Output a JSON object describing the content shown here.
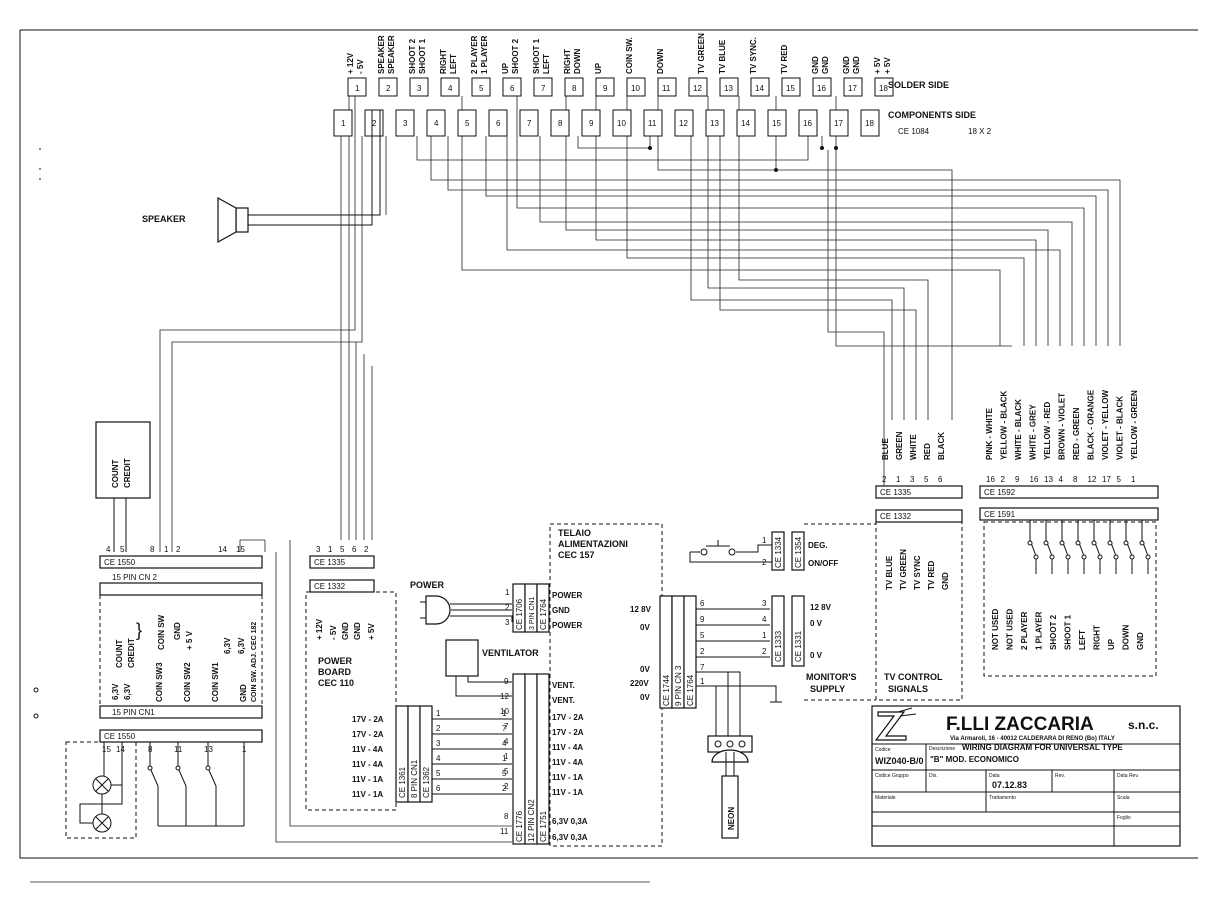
{
  "edge": {
    "top_pins": [
      "1",
      "2",
      "3",
      "4",
      "5",
      "6",
      "7",
      "8",
      "9",
      "10",
      "11",
      "12",
      "13",
      "14",
      "15",
      "16",
      "17",
      "18"
    ],
    "top_labels": [
      [
        "+ 12V",
        "- 5V"
      ],
      [
        "SPEAKER"
      ],
      [
        "SHOOT 2"
      ],
      [
        "RIGHT"
      ],
      [
        "2 PLAYER"
      ],
      [
        "UP"
      ],
      [
        "SHOOT 1"
      ],
      [
        "RIGHT"
      ],
      [
        "UP"
      ],
      [
        "COIN SW."
      ],
      [
        "DOWN"
      ],
      [
        ""
      ],
      [
        "TV BLUE"
      ],
      [
        "TV SYNC."
      ],
      [
        "TV RED"
      ],
      [
        "GND"
      ],
      [
        "GND"
      ],
      [
        "+ 5V"
      ]
    ],
    "bottom_labels": [
      [
        ""
      ],
      [
        "SPEAKER"
      ],
      [
        "SHOOT 1"
      ],
      [
        "LEFT"
      ],
      [
        "1 PLAYER"
      ],
      [
        "SHOOT 2"
      ],
      [
        "LEFT"
      ],
      [
        "DOWN"
      ],
      [
        ""
      ],
      [
        ""
      ],
      [
        ""
      ],
      [
        "TV GREEN"
      ],
      [
        ""
      ],
      [
        ""
      ],
      [
        ""
      ],
      [
        "GND"
      ],
      [
        "GND"
      ],
      [
        "+ 5V"
      ]
    ],
    "solder_side": "SOLDER SIDE",
    "components_side": "COMPONENTS SIDE",
    "connector": "CE 1084",
    "size": "18 X 2"
  },
  "speaker_label": "SPEAKER",
  "count_credit": [
    "COUNT",
    "CREDIT"
  ],
  "left_board": {
    "ce1550_top": "CE 1550",
    "top_pins": [
      "4",
      "5",
      "8",
      "1",
      "2",
      "14",
      "15"
    ],
    "cn2": "15 PIN   CN 2",
    "cols": [
      [
        "6,3V",
        "6,3V"
      ],
      [
        "COIN SW3"
      ],
      [
        "COIN SW2"
      ],
      [
        "COIN SW1"
      ],
      [
        "GND",
        "COIN SW. ADJ. CEC 182"
      ]
    ],
    "upper_cols": [
      [
        "COUNT",
        "CREDIT"
      ],
      [
        "COIN SW"
      ],
      [
        "GND",
        "+ 5 V"
      ],
      [
        "6,3V",
        "6,3V"
      ]
    ],
    "cn1": "15 PIN   CN1",
    "ce1550_bottom": "CE 1550",
    "bottom_pins": [
      "15",
      "14",
      "8",
      "11",
      "13",
      "1"
    ]
  },
  "power_board": {
    "ce1335": "CE 1335",
    "pins": [
      "3",
      "1",
      "5",
      "6",
      "2"
    ],
    "ce1332": "CE 1332",
    "rails": [
      "+ 12V",
      "- 5V",
      "GND",
      "GND",
      "+ 5V"
    ],
    "name": [
      "POWER",
      "BOARD",
      "CEC 110"
    ],
    "outputs": [
      "17V - 2A",
      "17V - 2A",
      "11V - 4A",
      "11V - 4A",
      "11V - 1A",
      "11V - 1A"
    ],
    "ce1361": "CE 1361",
    "pin8": "8 PIN  CN1",
    "ce1362": "CE 1362",
    "pin_left": [
      "1",
      "2",
      "3",
      "4",
      "5",
      "6"
    ],
    "pin_right": [
      "1",
      "7",
      "4",
      "1",
      "5",
      "2"
    ]
  },
  "power_plug": {
    "label": "POWER",
    "pins": [
      "1",
      "2",
      "3"
    ],
    "ce1706": "CE 1706",
    "cn": "3 PIN  CN1",
    "ce1764": "CE 1764",
    "names": [
      "POWER",
      "GND",
      "POWER"
    ]
  },
  "ventilator": "VENTILATOR",
  "telaio": {
    "title": [
      "TELAIO",
      "ALIMENTAZIONI",
      "CEC 157"
    ],
    "pins": [
      "9",
      "12",
      "10",
      "7",
      "4",
      "1",
      "5",
      "2",
      "8",
      "11"
    ],
    "outputs": [
      "VENT.",
      "VENT.",
      "17V - 2A",
      "17V - 2A",
      "11V - 4A",
      "11V - 4A",
      "11V - 1A",
      "11V - 1A",
      "6,3V   0,3A",
      "6,3V   0,3A"
    ],
    "ce1776": "CE 1776",
    "cn2": "12 PIN  CN2",
    "ce1751": "CE 1751",
    "volts": [
      "12 8V",
      "0V",
      "0V",
      "220V",
      "0V"
    ]
  },
  "cn3": {
    "ce1744": "CE 1744",
    "cn": "9 PIN  CN 3",
    "ce1764": "CE 1764",
    "pins": [
      "6",
      "9",
      "5",
      "2",
      "7",
      "1"
    ]
  },
  "deg": {
    "ce1334": "CE 1334",
    "ce1354": "CE 1354",
    "pins": [
      "1",
      "2"
    ],
    "label": [
      "DEG.",
      "ON/OFF"
    ]
  },
  "monitor": {
    "ce1333": "CE 1333",
    "ce1331": "CE 1331",
    "pins": [
      "3",
      "4",
      "1",
      "2"
    ],
    "volts": [
      "12 8V",
      "0 V",
      "0 V"
    ],
    "label": [
      "MONITOR'S",
      "SUPPLY"
    ]
  },
  "neon": "NEON",
  "tv": {
    "colors": [
      "BLUE",
      "GREEN",
      "WHITE",
      "RED",
      "BLACK"
    ],
    "pins": [
      "2",
      "1",
      "3",
      "5",
      "6"
    ],
    "ce1335": "CE 1335",
    "ce1332": "CE 1332",
    "signals": [
      "TV BLUE",
      "TV GREEN",
      "TV SYNC",
      "TV RED",
      "GND"
    ],
    "label": [
      "TV CONTROL",
      "SIGNALS"
    ]
  },
  "joy": {
    "colors": [
      "PINK - WHITE",
      "YELLOW - BLACK",
      "WHITE - BLACK",
      "WHITE - GREY",
      "YELLOW - RED",
      "BROWN - VIOLET",
      "RED - GREEN",
      "BLACK - ORANGE",
      "VIOLET - YELLOW",
      "VIOLET - BLACK",
      "YELLOW - GREEN"
    ],
    "pins": [
      "16",
      "2",
      "9",
      "16",
      "13",
      "4",
      "8",
      "12",
      "17",
      "5",
      "1"
    ],
    "ce1592": "CE 1592",
    "ce1591": "CE 1591",
    "functions": [
      "NOT USED",
      "NOT USED",
      "2 PLAYER",
      "1 PLAYER",
      "SHOOT 2",
      "SHOOT 1",
      "LEFT",
      "RIGHT",
      "UP",
      "DOWN",
      "GND"
    ]
  },
  "titleblock": {
    "company": "F.LLI  ZACCARIA",
    "suffix": "s.n.c.",
    "address": "Via Armaroli, 16 - 40012 CALDERARA DI RENO (Bo) ITALY",
    "codice_label": "Codice",
    "codice": "WIZ040-B/0",
    "descr_label": "Descrizione",
    "descr1": "WIRING DIAGRAM FOR UNIVERSAL TYPE",
    "descr2": "\"B\" MOD. ECONOMICO",
    "gruppo_label": "Codice Gruppo",
    "dis_label": "Dis.",
    "data_label": "Data",
    "data": "07.12.83",
    "rev_label": "Rev.",
    "datarev_label": "Data Rev.",
    "materiale_label": "Materiale",
    "tratt_label": "Trattamento",
    "scala_label": "Scala",
    "foglio_label": "Foglio"
  }
}
